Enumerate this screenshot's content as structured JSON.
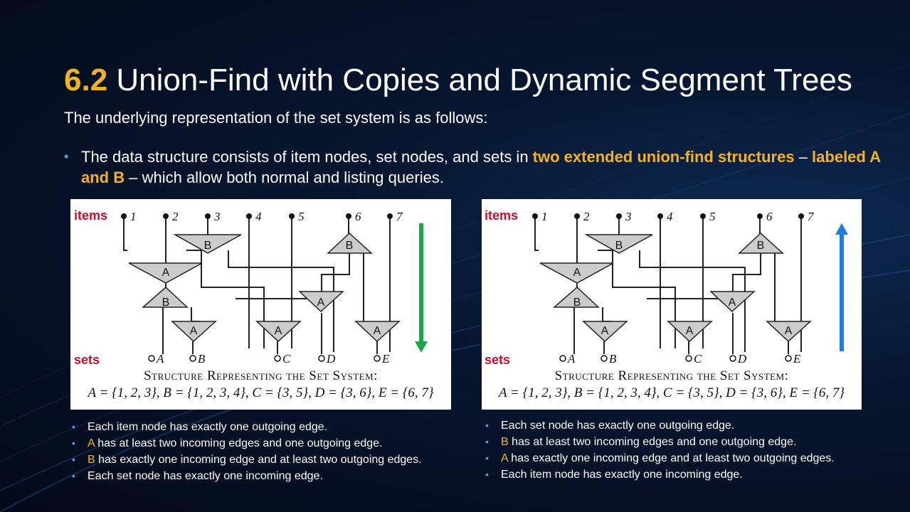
{
  "title": {
    "number": "6.2",
    "text": "Union-Find with Copies and Dynamic Segment Trees"
  },
  "subtitle": "The underlying representation of the set system is as follows:",
  "main_bullet": {
    "part1": "The data structure consists of item nodes, set nodes, and sets in ",
    "highlight1": "two extended union-find structures",
    "part2": " – ",
    "highlight2": "labeled A and B",
    "part3": " – which allow both normal and listing queries."
  },
  "figure": {
    "items_label": "items",
    "sets_label": "sets",
    "item_numbers": [
      "1",
      "2",
      "3",
      "4",
      "5",
      "6",
      "7"
    ],
    "set_letters": [
      "A",
      "B",
      "C",
      "D",
      "E"
    ],
    "caption": "Structure Representing the Set System:",
    "sets_text": "A = {1, 2, 3}, B = {1, 2, 3, 4}, C = {3, 5}, D = {3, 6}, E = {6, 7}"
  },
  "arrows": {
    "left_color": "#1aa84b",
    "right_color": "#1d7de0",
    "left_direction": "down",
    "right_direction": "up"
  },
  "left_notes": [
    {
      "key": "",
      "text": "Each item node has exactly one outgoing edge."
    },
    {
      "key": "A",
      "text": " has at least two incoming edges and one outgoing edge."
    },
    {
      "key": "B",
      "text": " has exactly one incoming edge  and at least two outgoing edges."
    },
    {
      "key": "",
      "text": "Each set node has exactly one incoming edge."
    }
  ],
  "right_notes": [
    {
      "key": "",
      "text": "Each set node has exactly one outgoing edge."
    },
    {
      "key": "B",
      "text": " has at least two incoming edges and one outgoing edge."
    },
    {
      "key": "A",
      "text": " has exactly one incoming edge  and at least two outgoing edges."
    },
    {
      "key": "",
      "text": "Each item node has exactly one incoming edge."
    }
  ]
}
